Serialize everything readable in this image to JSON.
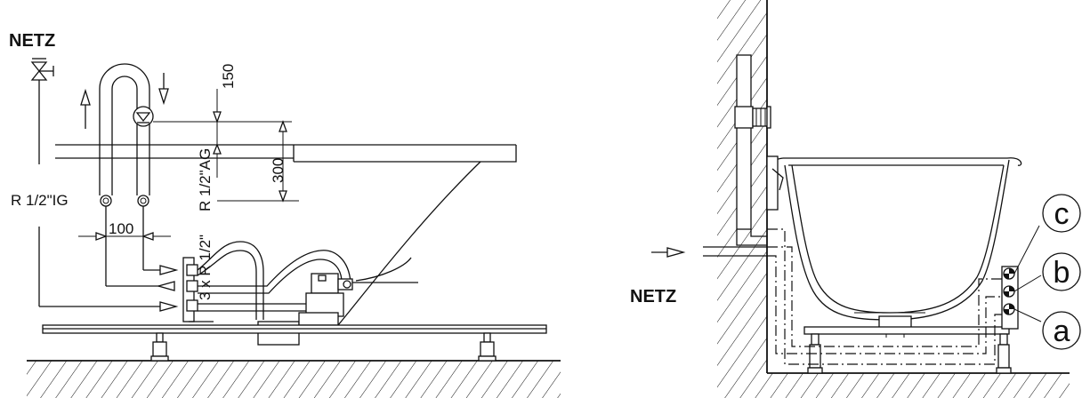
{
  "left_view": {
    "supply_label": "NETZ",
    "dim_150": "150",
    "dim_300": "300",
    "dim_100": "100",
    "thread_internal": "R 1/2\"IG",
    "thread_external": "R 1/2\"AG",
    "connection_count": "3 x R 1/2\""
  },
  "right_view": {
    "supply_label": "NETZ",
    "port_c": "c",
    "port_b": "b",
    "port_a": "a"
  }
}
